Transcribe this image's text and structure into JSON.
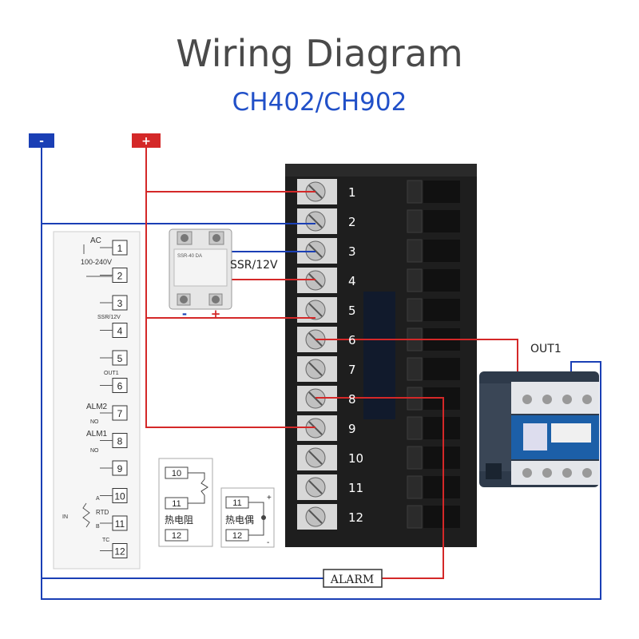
{
  "header": {
    "title": "Wiring Diagram",
    "model": "CH402/CH902"
  },
  "power": {
    "negative_label": "-",
    "positive_label": "+",
    "negative_color": "#1a3fb5",
    "positive_color": "#d42828"
  },
  "terminals": [
    "1",
    "2",
    "3",
    "4",
    "5",
    "6",
    "7",
    "8",
    "9",
    "10",
    "11",
    "12"
  ],
  "ssr": {
    "label": "SSR/12V",
    "model_text": "SSR-40 DA",
    "neg_label": "-",
    "pos_label": "+"
  },
  "contactor": {
    "label": "OUT1"
  },
  "alarm": {
    "label": "ALARM"
  },
  "panel": {
    "ac_label": "AC",
    "voltage_label": "100-240V",
    "ssr_label": "SSR/12V",
    "out1_label": "OUT1",
    "alm2_label": "ALM2",
    "alm1_label": "ALM1",
    "no_label": "NO",
    "rtd_label": "RTD",
    "tc_label": "TC",
    "in_label": "IN",
    "a_label": "A",
    "b_label": "B",
    "rows": [
      {
        "num": "1"
      },
      {
        "num": "2"
      },
      {
        "num": "3"
      },
      {
        "num": "4"
      },
      {
        "num": "5"
      },
      {
        "num": "6"
      },
      {
        "num": "7"
      },
      {
        "num": "8"
      },
      {
        "num": "9"
      },
      {
        "num": "10"
      },
      {
        "num": "11"
      },
      {
        "num": "12"
      }
    ]
  },
  "rtd_box": {
    "nums": [
      "10",
      "11",
      "12"
    ],
    "label": "热电阻"
  },
  "tc_box": {
    "nums": [
      "11",
      "12"
    ],
    "label": "热电偶",
    "pos": "+",
    "neg": "-"
  }
}
